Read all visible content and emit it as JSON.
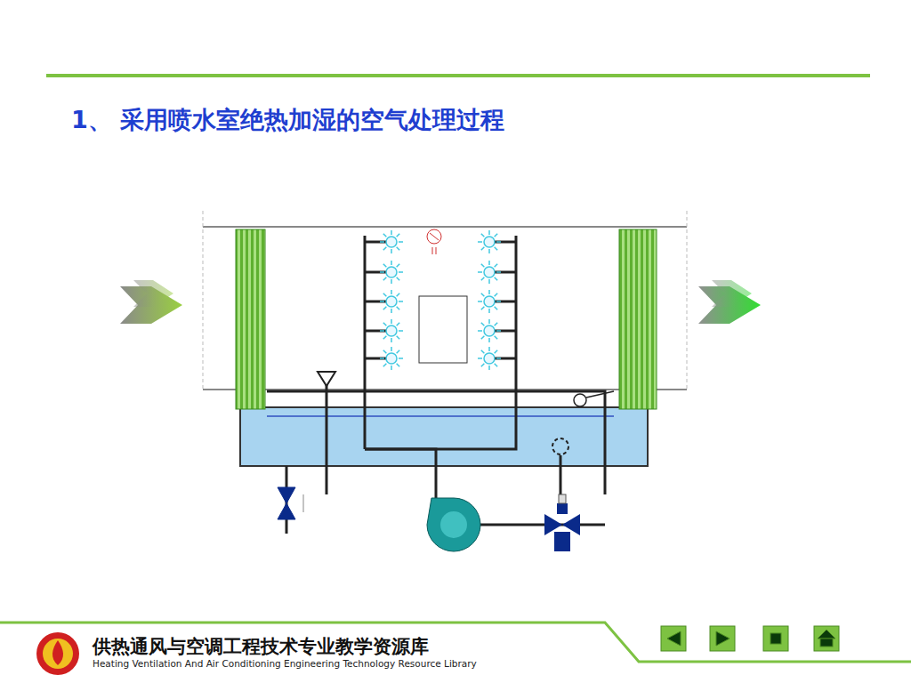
{
  "diagram": {
    "title": "1、 采用喷水室绝热加湿的空气处理过程",
    "labels": [
      "供热通风与空调工程技术专业教学资源库",
      "Heating Ventilation And Air Conditioning Engineering Technology Resource Library"
    ]
  }
}
